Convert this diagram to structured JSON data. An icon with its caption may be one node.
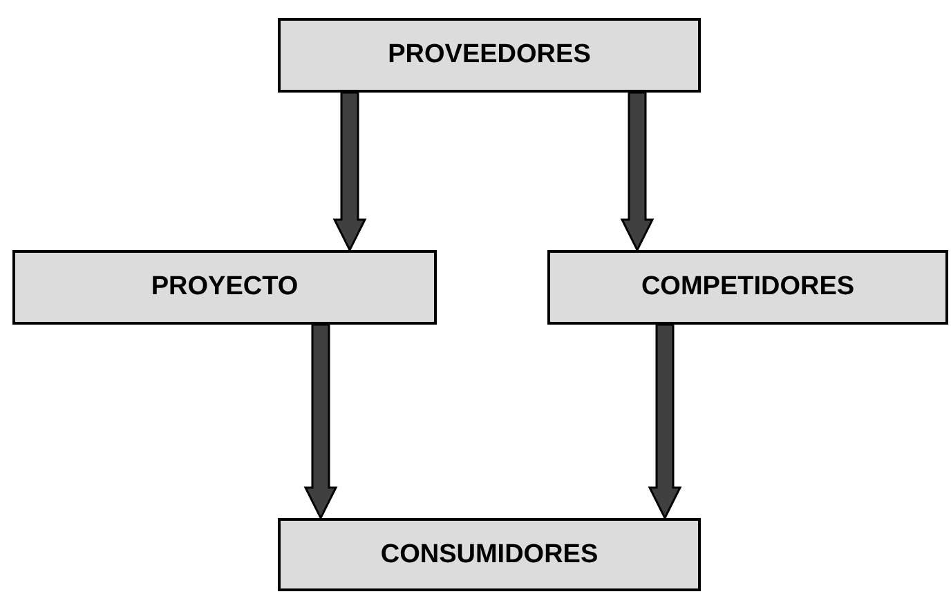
{
  "diagram": {
    "nodes": [
      {
        "text": [
          "PROVEEDORES"
        ]
      },
      {
        "text": [
          "PROYECTO"
        ]
      },
      {
        "text": [
          "COMPETIDORES"
        ]
      },
      {
        "text": [
          "CONSUMIDORES"
        ]
      }
    ],
    "edges": [
      {
        "from": 0,
        "to": 1,
        "arrow": "to"
      },
      {
        "from": 0,
        "to": 2,
        "arrow": "to"
      },
      {
        "from": 1,
        "to": 3,
        "arrow": "to"
      },
      {
        "from": 2,
        "to": 3,
        "arrow": "to"
      }
    ]
  }
}
